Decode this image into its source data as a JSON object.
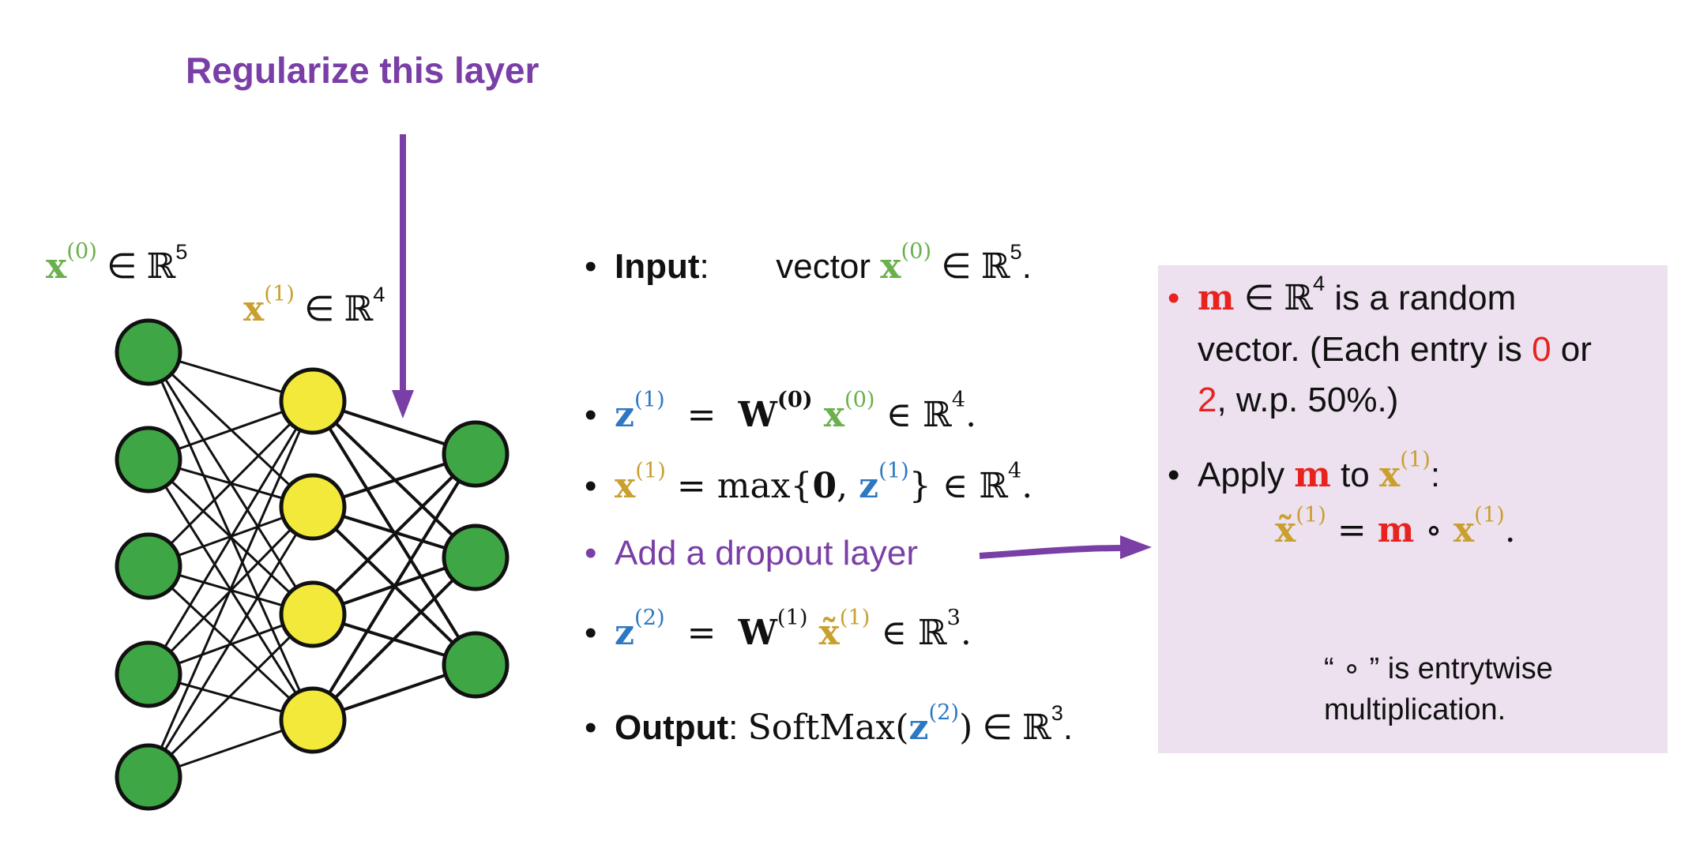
{
  "header": {
    "title": "Regularize this layer"
  },
  "network": {
    "input_label": {
      "var": "x",
      "sup": "(0)",
      "in": "∈",
      "space": "ℝ",
      "dim": "5"
    },
    "hidden_label": {
      "var": "x",
      "sup": "(1)",
      "in": "∈",
      "space": "ℝ",
      "dim": "4"
    },
    "layers": [
      5,
      4,
      3
    ],
    "colors": {
      "input": "#3fa645",
      "hidden": "#f2e93a",
      "output": "#3fa645",
      "arrow": "#7a3fa6"
    }
  },
  "steps": {
    "bullet": "•",
    "input": {
      "label": "Input",
      "colon": ":",
      "text": "vector",
      "var": "x",
      "sup": "(0)",
      "in": "∈",
      "space": "ℝ",
      "dim": "5",
      "end": "."
    },
    "z1": {
      "lhs": "z",
      "lhs_sup": "(1)",
      "eq": "=",
      "w": "W",
      "w_sup": "(0)",
      "x": "x",
      "x_sup": "(0)",
      "in": "∈",
      "space": "ℝ",
      "dim": "4",
      "end": "."
    },
    "x1": {
      "lhs": "x",
      "lhs_sup": "(1)",
      "eq": "=",
      "fn": "max",
      "open": "{",
      "zero": "0",
      "comma": ",",
      "z": "z",
      "z_sup": "(1)",
      "close": "}",
      "in": "∈",
      "space": "ℝ",
      "dim": "4",
      "end": "."
    },
    "dropout": {
      "text": "Add a dropout layer"
    },
    "z2": {
      "lhs": "z",
      "lhs_sup": "(2)",
      "eq": "=",
      "w": "W",
      "w_sup": "(1)",
      "x": "x̃",
      "x_sup": "(1)",
      "in": "∈",
      "space": "ℝ",
      "dim": "3",
      "end": "."
    },
    "output": {
      "label": "Output",
      "colon": ":",
      "fn": "SoftMax",
      "open": "(",
      "z": "z",
      "z_sup": "(2)",
      "close": ")",
      "in": "∈",
      "space": "ℝ",
      "dim": "3",
      "end": "."
    }
  },
  "note": {
    "bullet": "•",
    "m_line": {
      "m": "m",
      "in": "∈",
      "space": "ℝ",
      "dim": "4",
      "rest": "is a random"
    },
    "line2_a": "vector. (Each entry is ",
    "zero": "0",
    "or": " or",
    "two": "2",
    "line3_rest": ", w.p. 50%.)",
    "apply": {
      "text_a": "Apply ",
      "m": "m",
      "text_b": " to ",
      "x": "x",
      "x_sup": "(1)",
      "colon": ":"
    },
    "formula": {
      "lhs": "x̃",
      "lhs_sup": "(1)",
      "eq": "=",
      "m": "m",
      "op": "∘",
      "x": "x",
      "x_sup": "(1)",
      "end": "."
    },
    "caption_line1": "“ ∘ ” is entrytwise",
    "caption_line2": "multiplication."
  }
}
